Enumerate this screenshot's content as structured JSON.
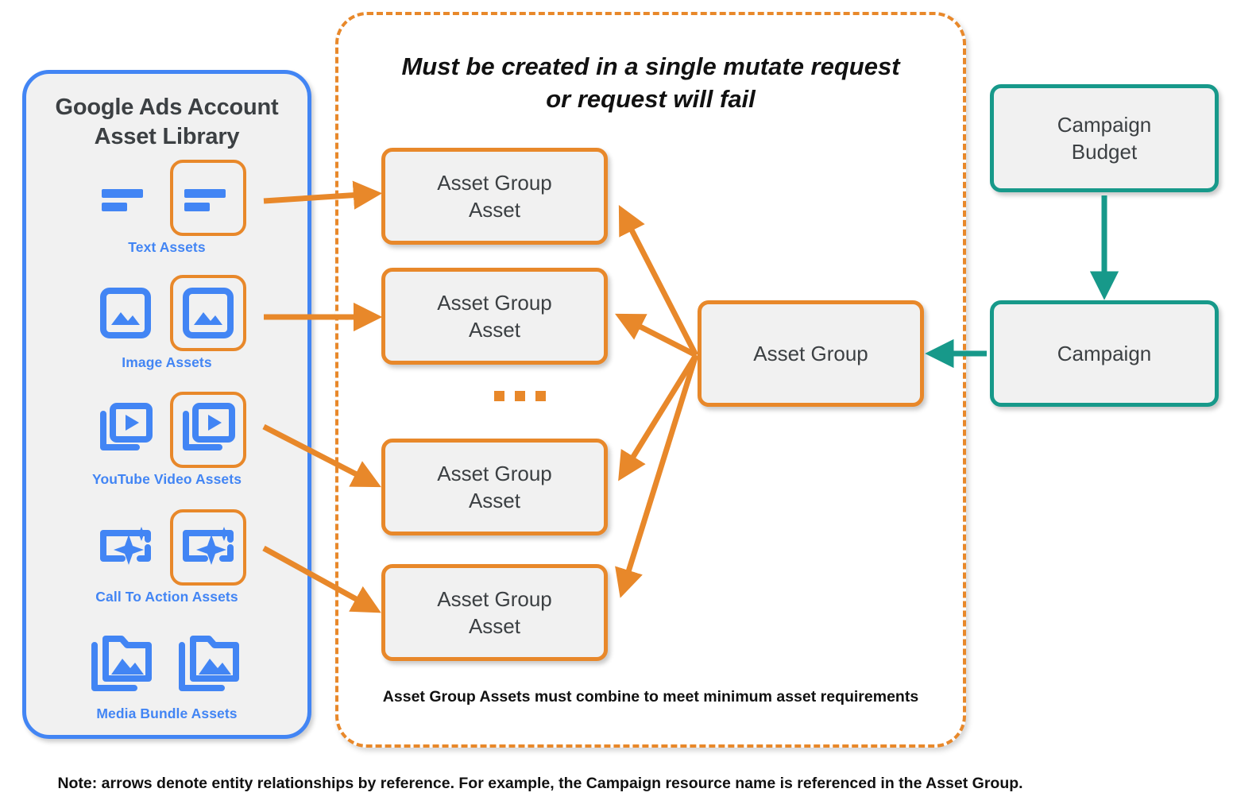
{
  "library": {
    "title_line1": "Google Ads Account",
    "title_line2": "Asset Library",
    "border_color": "#4285F4",
    "items": [
      {
        "caption": "Text Assets",
        "icon": "text-asset-icon",
        "highlighted": true
      },
      {
        "caption": "Image Assets",
        "icon": "image-asset-icon",
        "highlighted": true
      },
      {
        "caption": "YouTube Video  Assets",
        "icon": "video-asset-icon",
        "highlighted": true
      },
      {
        "caption": "Call To Action Assets",
        "icon": "call-to-action-asset-icon",
        "highlighted": true
      },
      {
        "caption": "Media Bundle  Assets",
        "icon": "media-bundle-asset-icon",
        "highlighted": false
      }
    ]
  },
  "mutate_region": {
    "note_line1": "Must be created in a single mutate request",
    "note_line2": "or request will fail",
    "min_requirements_note": "Asset Group Assets must combine to meet minimum asset requirements",
    "border_color": "#E8882A",
    "border_style": "dashed"
  },
  "asset_group_assets": [
    {
      "line1": "Asset Group",
      "line2": "Asset"
    },
    {
      "line1": "Asset Group",
      "line2": "Asset"
    },
    {
      "line1": "Asset Group",
      "line2": "Asset"
    },
    {
      "line1": "Asset Group",
      "line2": "Asset"
    }
  ],
  "ellipsis": "•••",
  "nodes": {
    "asset_group": {
      "label": "Asset Group",
      "color": "#E8882A"
    },
    "campaign_budget": {
      "line1": "Campaign",
      "line2": "Budget",
      "color": "#17998A"
    },
    "campaign": {
      "label": "Campaign",
      "color": "#17998A"
    }
  },
  "bottom_note": "Note: arrows denote entity relationships by reference. For example, the Campaign resource name is referenced in the Asset Group.",
  "colors": {
    "orange": "#E8882A",
    "teal": "#17998A",
    "blue": "#4285F4",
    "node_fill": "#F1F1F1",
    "text": "#3C4043"
  }
}
